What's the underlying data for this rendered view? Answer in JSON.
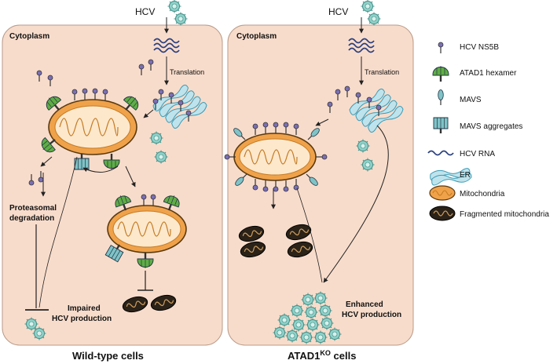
{
  "panels": {
    "wt": {
      "cytoplasm": "Cytoplasm",
      "virus_label": "HCV",
      "translation": "Translation",
      "degradation_line1": "Proteasomal",
      "degradation_line2": "degradation",
      "outcome_line1": "Impaired",
      "outcome_line2": "HCV production",
      "caption": "Wild-type cells"
    },
    "ko": {
      "cytoplasm": "Cytoplasm",
      "virus_label": "HCV",
      "translation": "Translation",
      "outcome_line1": "Enhanced",
      "outcome_line2": "HCV production",
      "caption_main": "ATAD1",
      "caption_sup": "KO",
      "caption_tail": " cells"
    }
  },
  "legend": [
    {
      "icon": "ns5b",
      "label": "HCV NS5B"
    },
    {
      "icon": "atad1-hexamer",
      "label": "ATAD1 hexamer"
    },
    {
      "icon": "mavs",
      "label": "MAVS"
    },
    {
      "icon": "mavs-aggregates",
      "label": "MAVS aggregates"
    },
    {
      "icon": "hcv-rna",
      "label": "HCV RNA"
    },
    {
      "icon": "er",
      "label": "ER"
    },
    {
      "icon": "mitochondria",
      "label": "Mitochondria"
    },
    {
      "icon": "fragmented-mitochondria",
      "label": "Fragmented mitochondria"
    }
  ],
  "colors": {
    "cytoplasm": "#f8dccb",
    "ns5b": "#7b6fb5",
    "atad1": "#5fae45",
    "mavs": "#7fc3c7",
    "er": "#bfe3ec",
    "mito": "#f0a24a",
    "virus": "#8fd0c8",
    "rna": "#2a3f7e"
  }
}
